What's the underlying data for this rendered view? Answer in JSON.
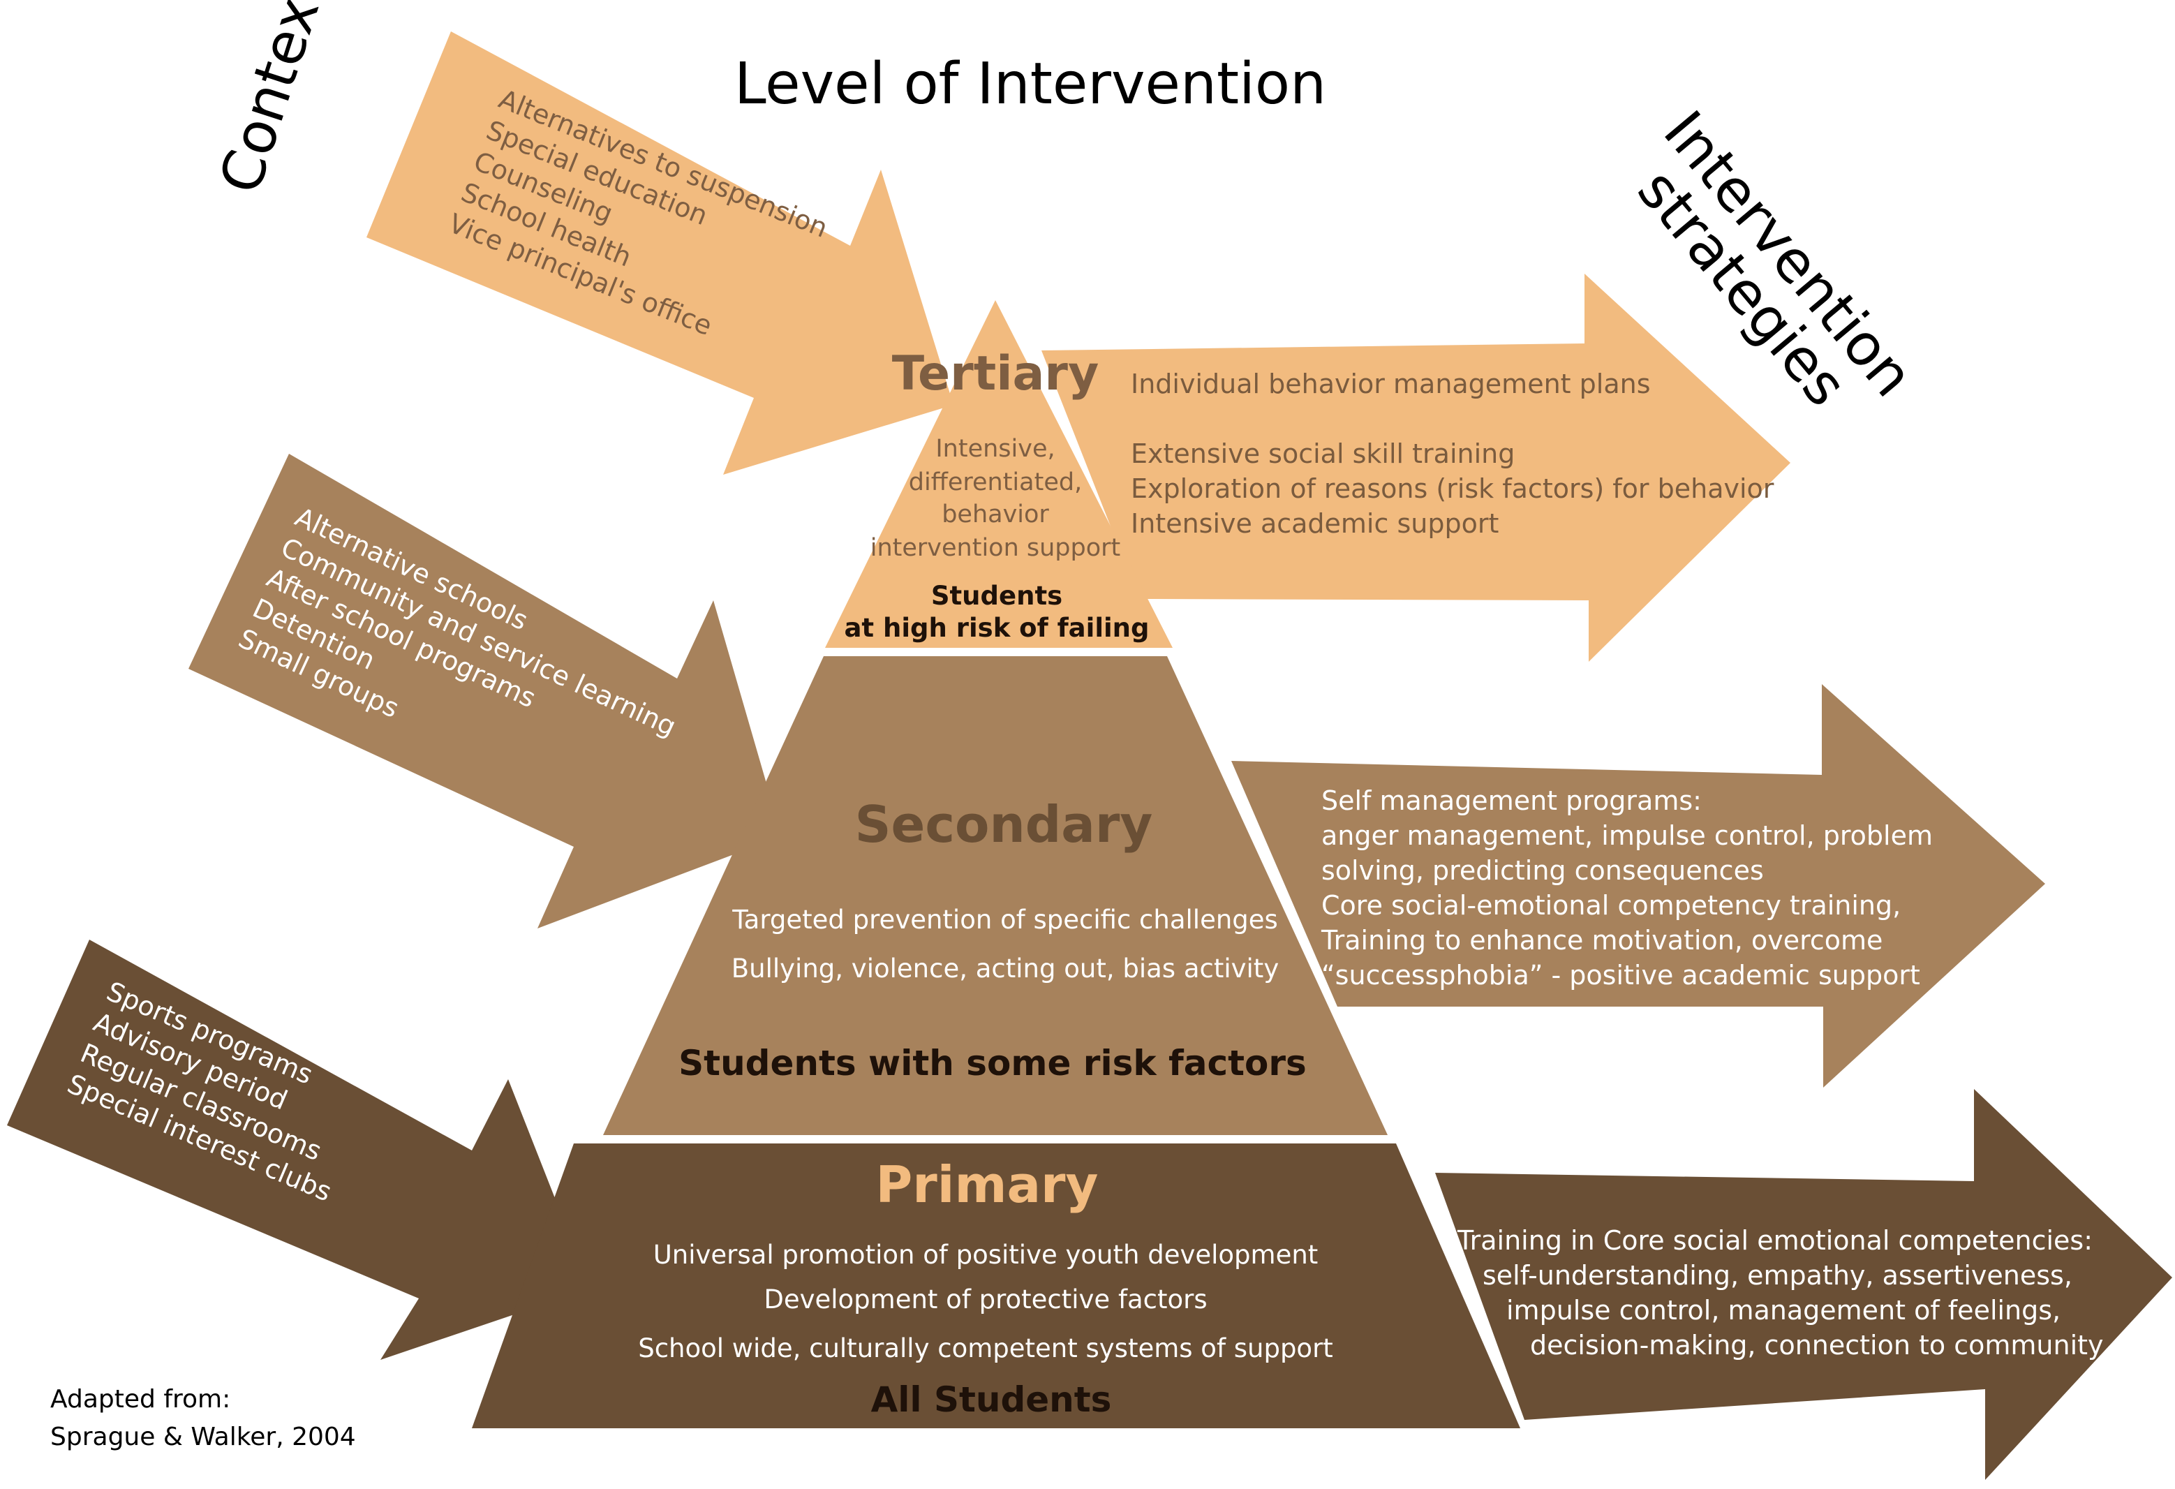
{
  "title": "Level of Intervention",
  "context_label": "Context",
  "strategies_label": [
    "Intervention",
    "strategies"
  ],
  "colors": {
    "tertiary": "#F2BB7F",
    "secondary": "#A7825C",
    "primary": "#6A4F35",
    "tier_text_dark": "#7E5E42",
    "strategy_text_dark": "#7A5B3E",
    "primary_title": "#F2BB7F",
    "light_text": "#FFFFFF",
    "bold_text": "#1E1109"
  },
  "tiers": {
    "tertiary": {
      "title": "Tertiary",
      "description": [
        "Intensive,",
        "differentiated,",
        "behavior",
        "intervention support"
      ],
      "population": [
        "Students",
        "at high risk of failing"
      ]
    },
    "secondary": {
      "title": "Secondary",
      "description": [
        "Targeted prevention of specific challenges",
        "Bullying, violence, acting out, bias activity"
      ],
      "population": "Students with some risk factors"
    },
    "primary": {
      "title": "Primary",
      "description": [
        "Universal promotion of positive youth development",
        "Development of protective factors",
        "School wide, culturally competent systems of support"
      ],
      "population": "All Students"
    }
  },
  "context_arrows": {
    "tertiary": [
      "Alternatives to suspension",
      "Special education",
      "Counseling",
      "School health",
      "Vice principal's office"
    ],
    "secondary": [
      "Alternative schools",
      "Community and service learning",
      "After school programs",
      "Detention",
      "Small groups"
    ],
    "primary": [
      "Sports programs",
      "Advisory period",
      "Regular classrooms",
      "Special interest clubs"
    ]
  },
  "strategy_arrows": {
    "tertiary": [
      "Individual behavior management plans",
      "",
      "Extensive social skill training",
      "Exploration of reasons (risk factors) for behavior",
      "Intensive academic support"
    ],
    "secondary": [
      "Self management programs:",
      "anger management, impulse control, problem",
      "solving, predicting consequences",
      "Core social-emotional competency training,",
      "Training to enhance motivation, overcome",
      "“successphobia” - positive academic support"
    ],
    "primary": [
      "Training in Core social emotional competencies:",
      "self-understanding, empathy, assertiveness,",
      "impulse control, management of feelings,",
      "decision-making,  connection to community"
    ]
  },
  "credit": [
    "Adapted from:",
    "Sprague & Walker, 2004"
  ]
}
